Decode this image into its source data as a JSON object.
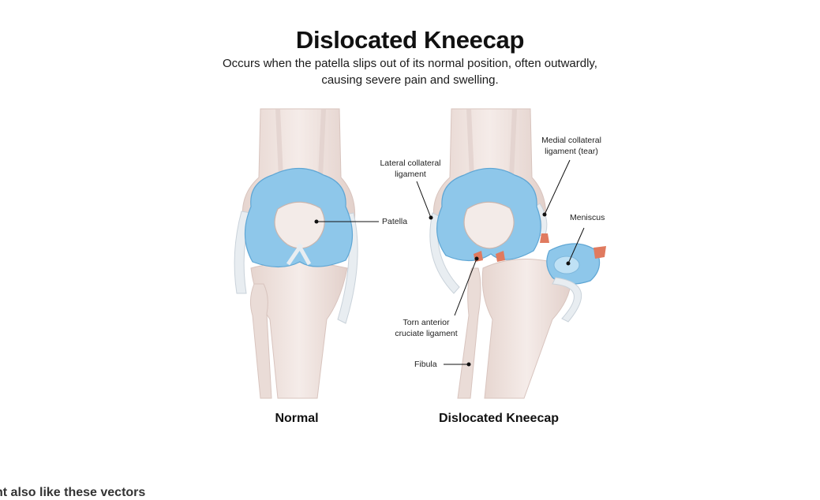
{
  "title": "Dislocated Kneecap",
  "subtitle_lines": [
    "Occurs when the patella slips out of its normal position, often outwardly,",
    "causing severe pain and swelling."
  ],
  "panels": {
    "normal": {
      "caption": "Normal"
    },
    "dislocated": {
      "caption": "Dislocated Kneecap"
    }
  },
  "labels": {
    "patella": "Patella",
    "lateral_collateral_ligament": [
      "Lateral collateral",
      "ligament"
    ],
    "medial_collateral_ligament_tear": [
      "Medial collateral",
      "ligament (tear)"
    ],
    "meniscus": "Meniscus",
    "torn_acl": [
      "Torn anterior",
      "cruciate ligament"
    ],
    "fibula": "Fibula"
  },
  "footer": {
    "text": "ht also like these vectors"
  },
  "colors": {
    "bone": "#f1e6e2",
    "bone_shade": "#dcc9c3",
    "cartilage": "#8ec7ea",
    "cartilage_light": "#bfe1f5",
    "ligament": "#e4e9ee",
    "tear": "#e07a5f"
  }
}
